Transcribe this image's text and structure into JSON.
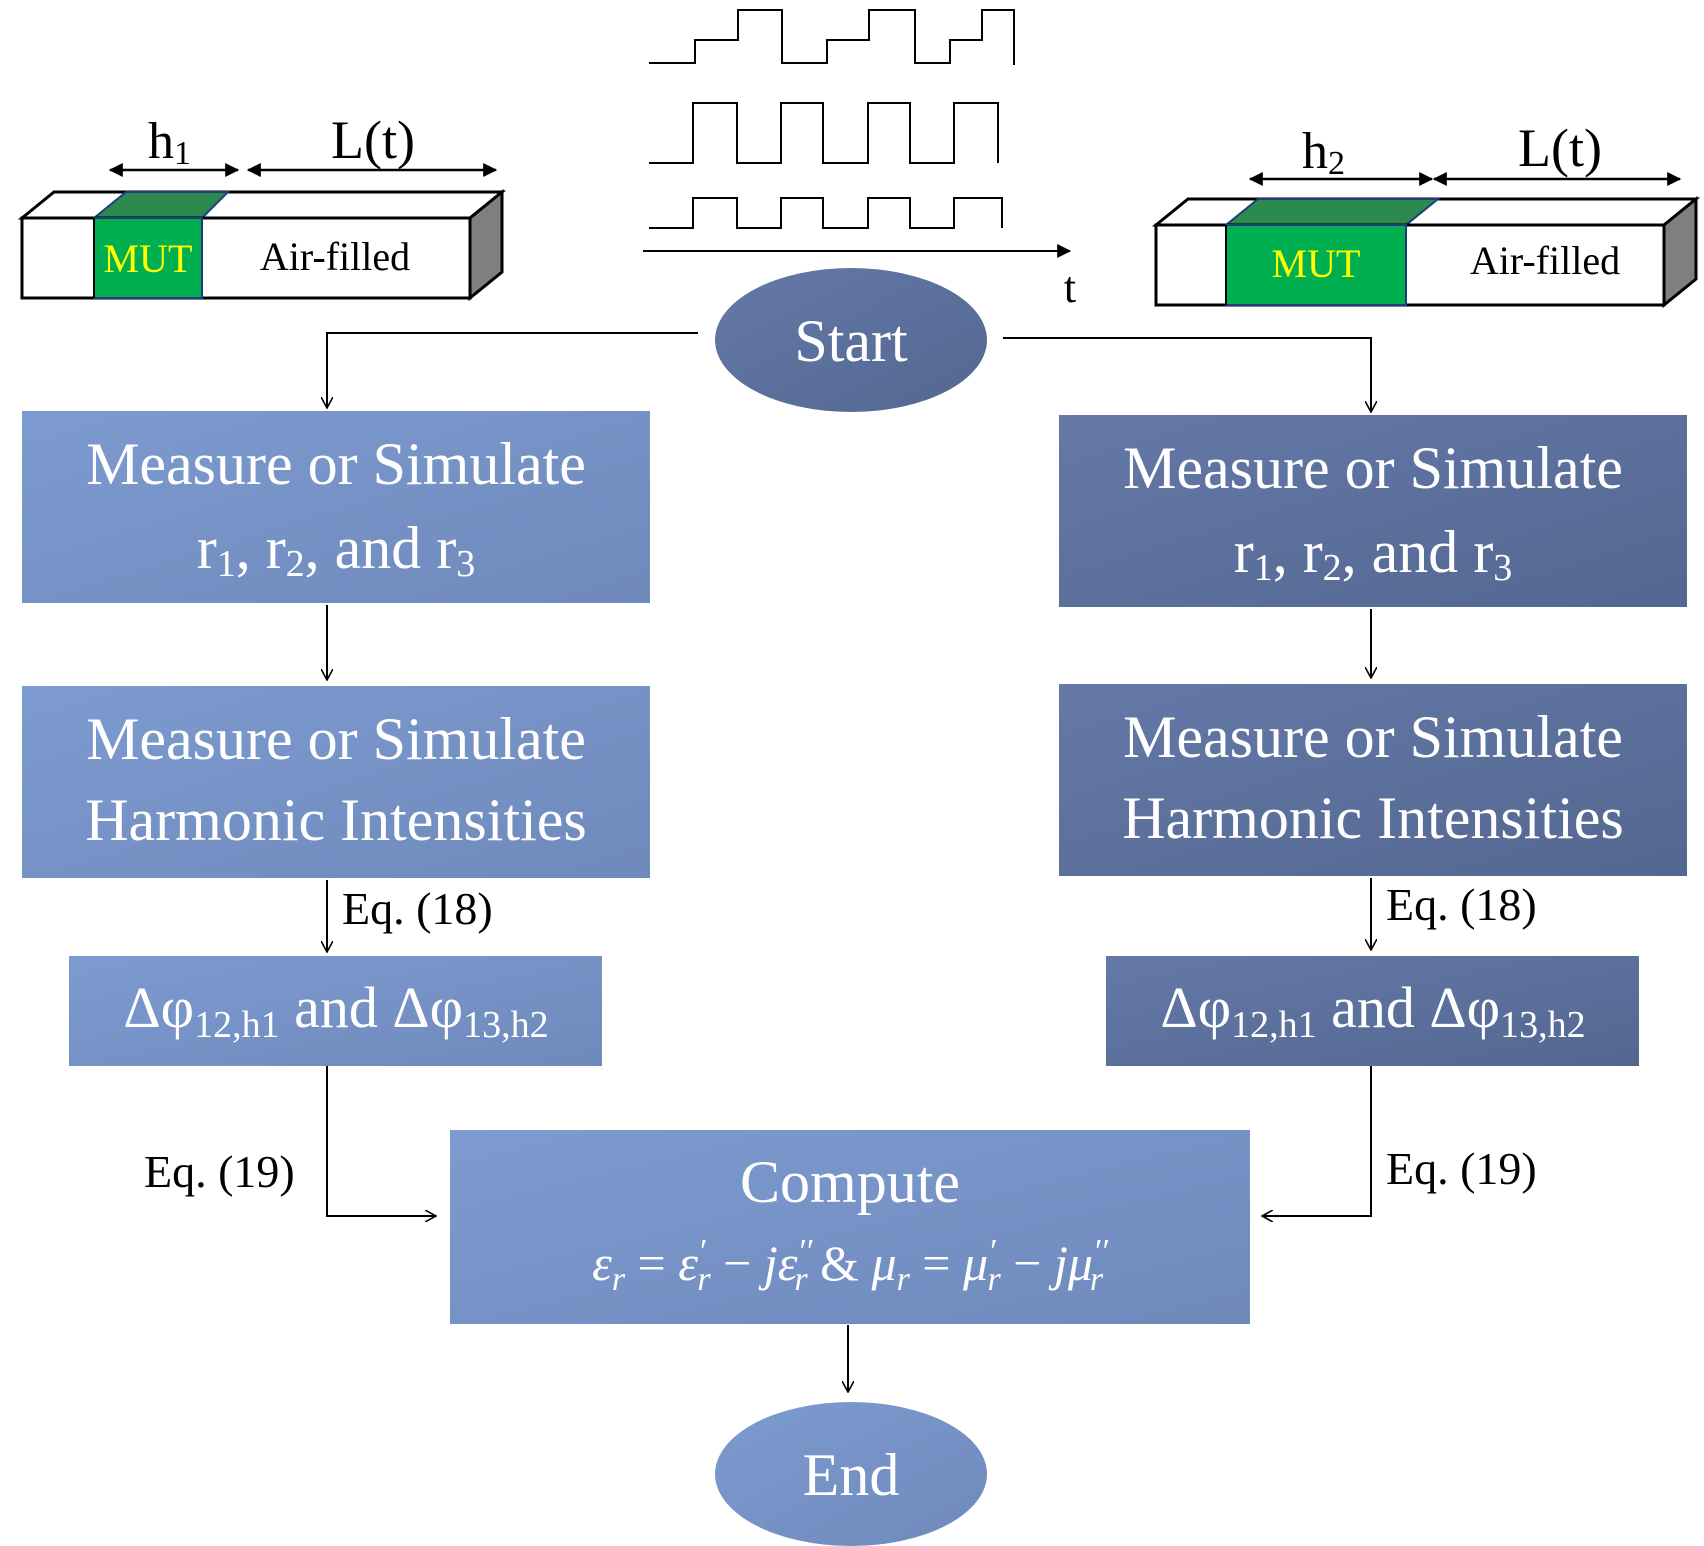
{
  "colors": {
    "box_light": "#7b98cb",
    "box_dark": "#5a6f9c",
    "mut_fill": "#00b050",
    "mut_top": "#2d8a4e",
    "mut_text": "#ffff00",
    "line": "#000000"
  },
  "waveforms": {
    "time_axis_label": "t"
  },
  "left_waveguide": {
    "dim_h": "h",
    "dim_h_sub": "1",
    "dim_l": "L(t)",
    "mut_label": "MUT",
    "air_label": "Air-filled"
  },
  "right_waveguide": {
    "dim_h": "h",
    "dim_h_sub": "2",
    "dim_l": "L(t)",
    "mut_label": "MUT",
    "air_label": "Air-filled"
  },
  "flow": {
    "start": "Start",
    "end": "End",
    "left": {
      "measure_r_line1": "Measure or Simulate",
      "measure_r_line2": {
        "r": "r",
        "s1": "1",
        "sep1": ", ",
        "s2": "2",
        "sep2": ", and ",
        "s3": "3"
      },
      "measure_h_line1": "Measure or Simulate",
      "measure_h_line2": "Harmonic Intensities",
      "eq18": "Eq. (18)",
      "phase": {
        "delta": "Δφ",
        "sub1": "12,h1",
        "mid": " and ",
        "sub2": "13,h2"
      },
      "eq19": "Eq. (19)"
    },
    "right": {
      "measure_r_line1": "Measure or Simulate",
      "measure_r_line2": {
        "r": "r",
        "s1": "1",
        "sep1": ", ",
        "s2": "2",
        "sep2": ", and ",
        "s3": "3"
      },
      "measure_h_line1": "Measure or Simulate",
      "measure_h_line2": "Harmonic Intensities",
      "eq18": "Eq. (18)",
      "phase": {
        "delta": "Δφ",
        "sub1": "12,h1",
        "mid": " and ",
        "sub2": "13,h2"
      },
      "eq19": "Eq. (19)"
    },
    "compute": {
      "title": "Compute",
      "formula": {
        "eps": "ε",
        "r": "r",
        "eq": " = ",
        "prime": "′",
        "dprime": "′′",
        "minus": " − ",
        "j": "j",
        "amp": " & ",
        "mu": "μ"
      }
    }
  }
}
